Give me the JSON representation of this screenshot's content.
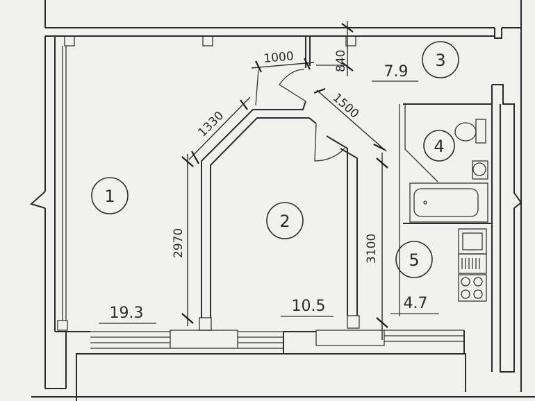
{
  "rooms": [
    {
      "number": "1",
      "area": "19.3"
    },
    {
      "number": "2",
      "area": "10.5"
    },
    {
      "number": "3",
      "area": "7.9"
    },
    {
      "number": "4"
    },
    {
      "number": "5",
      "area": "4.7"
    }
  ],
  "dimensions": {
    "d1000": "1000",
    "d840": "840",
    "d1330": "1330",
    "d1500": "1500",
    "d2970": "2970",
    "d3100": "3100"
  }
}
